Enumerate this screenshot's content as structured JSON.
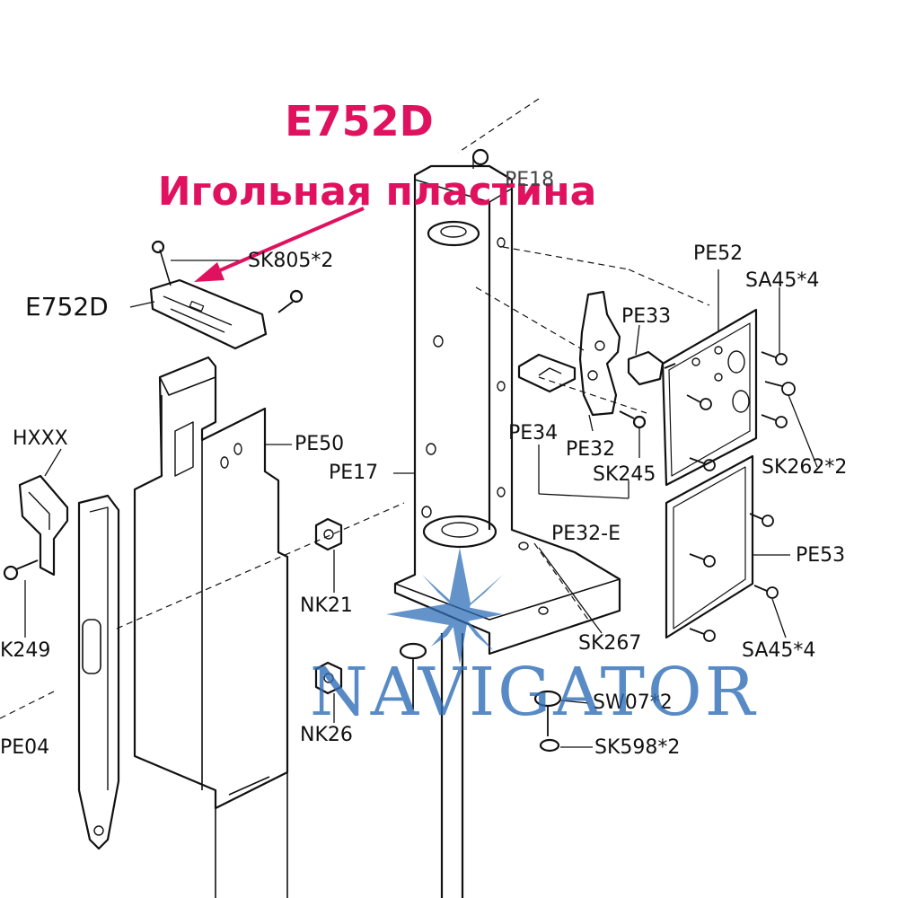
{
  "heading": {
    "model": "E752D",
    "part_name": "Игольная пластина",
    "color": "#e0115f"
  },
  "watermark": {
    "text": "NAVIGATOR",
    "color": "#2f6fb7"
  },
  "callouts": {
    "pe18": "PE18",
    "sk805": "SK805*2",
    "e752d": "E752D",
    "hxxx": "HXXX",
    "pe50": "PE50",
    "pe17": "PE17",
    "pe52": "PE52",
    "sa45_top": "SA45*4",
    "pe33": "PE33",
    "pe34": "PE34",
    "pe32": "PE32",
    "sk245": "SK245",
    "sk262": "SK262*2",
    "pe32e": "PE32-E",
    "pe53": "PE53",
    "nk21": "NK21",
    "k249": "K249",
    "sk267": "SK267",
    "sa45_bottom": "SA45*4",
    "sw07": "SW07*2",
    "nk26": "NK26",
    "pe04": "PE04",
    "sk598": "SK598*2"
  }
}
